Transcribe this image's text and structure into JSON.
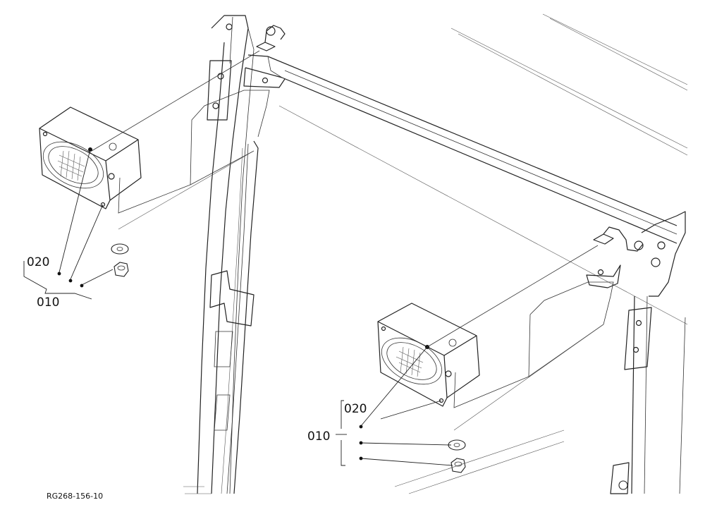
{
  "diagram": {
    "callouts": {
      "left_020": "020",
      "left_010": "010",
      "right_020": "020",
      "right_010": "010"
    },
    "reference_code": "RG268-156-10"
  }
}
